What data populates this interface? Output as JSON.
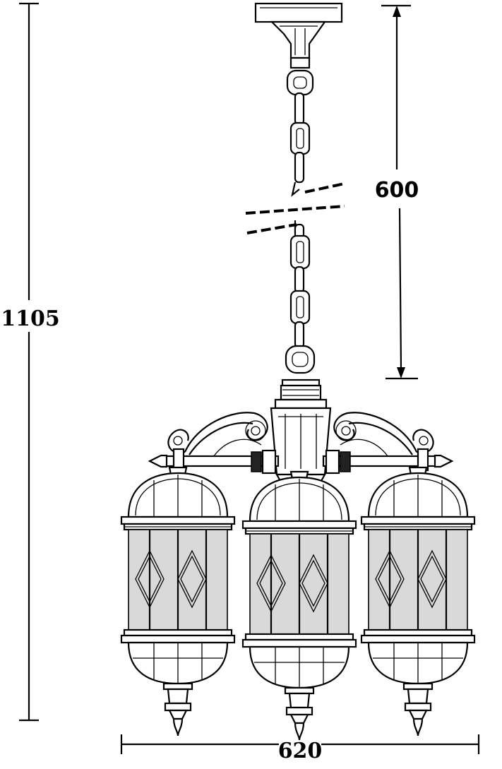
{
  "dimensions": {
    "total_height": "1105",
    "chain_length": "600",
    "width": "620"
  },
  "colors": {
    "line": "#000000",
    "glass": "#d9d9d9",
    "background": "#ffffff"
  }
}
